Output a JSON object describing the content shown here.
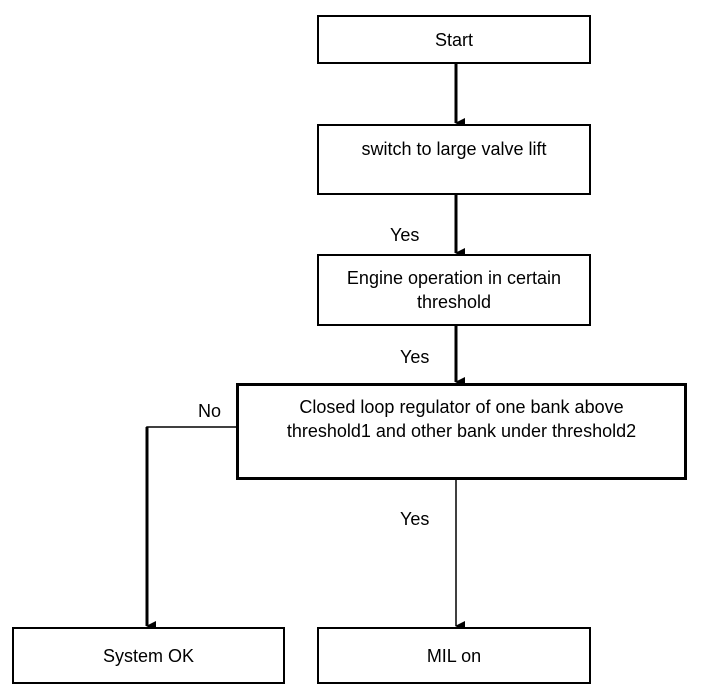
{
  "nodes": {
    "start": {
      "label": "Start"
    },
    "switch": {
      "label": "switch to large valve lift"
    },
    "engine": {
      "line1": "Engine operation in certain",
      "line2": "threshold"
    },
    "closed_loop": {
      "line1": "Closed loop regulator of one bank above",
      "line2": "threshold1 and other bank under threshold2"
    },
    "system_ok": {
      "label": "System OK"
    },
    "mil_on": {
      "label": "MIL on"
    }
  },
  "edges": {
    "switch_to_engine": {
      "label": "Yes"
    },
    "engine_to_closed_loop": {
      "label": "Yes"
    },
    "closed_loop_to_system_ok": {
      "label": "No"
    },
    "closed_loop_to_mil_on": {
      "label": "Yes"
    }
  }
}
